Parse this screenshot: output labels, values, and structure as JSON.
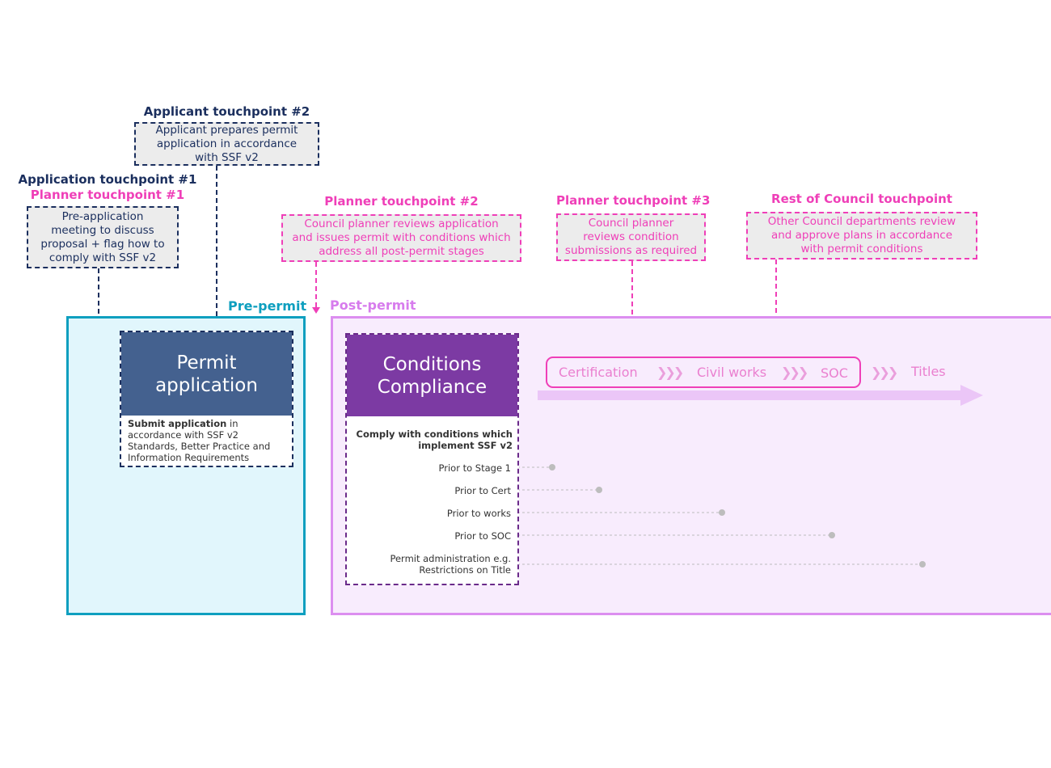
{
  "touchpoints": {
    "applicant2": {
      "title": "Applicant touchpoint #2",
      "lines": [
        "Applicant prepares permit",
        "application in accordance",
        "with SSF v2"
      ]
    },
    "application1": {
      "title": "Application touchpoint #1",
      "subtitle": "Planner touchpoint #1",
      "lines": [
        "Pre-application",
        "meeting to discuss",
        "proposal + flag how to",
        "comply with SSF v2"
      ]
    },
    "planner2": {
      "title": "Planner touchpoint #2",
      "lines": [
        "Council planner reviews application",
        "and issues permit with conditions which",
        "address all post-permit stages"
      ]
    },
    "planner3": {
      "title": "Planner touchpoint #3",
      "lines": [
        "Council planner",
        "reviews condition",
        "submissions as required"
      ]
    },
    "rest": {
      "title": "Rest of Council touchpoint",
      "lines": [
        "Other Council departments review",
        "and approve plans in accordance",
        "with permit conditions"
      ]
    }
  },
  "zones": {
    "pre": "Pre-permit",
    "post": "Post-permit"
  },
  "permit": {
    "title_line1": "Permit",
    "title_line2": "application",
    "desc_bold": "Submit application",
    "desc_rest": " in accordance with SSF v2 Standards, Better Practice and Information Requirements"
  },
  "conditions": {
    "title_line1": "Conditions",
    "title_line2": "Compliance",
    "subtitle_line1": "Comply with conditions which",
    "subtitle_line2": "implement SSF v2",
    "items": [
      {
        "label": "Prior to Stage 1"
      },
      {
        "label": "Prior to Cert"
      },
      {
        "label": "Prior to works"
      },
      {
        "label": "Prior to SOC"
      },
      {
        "label_line1": "Permit administration e.g.",
        "label_line2": "Restrictions on Title"
      }
    ]
  },
  "stages": [
    "Certification",
    "Civil works",
    "SOC",
    "Titles"
  ],
  "chevron": "❯❯❯",
  "colors": {
    "navy": "#1b2f5e",
    "pink": "#ef3fb8",
    "teal": "#0e9fbf",
    "purple": "#7c3aa3",
    "lilac": "#dc8ef0"
  }
}
